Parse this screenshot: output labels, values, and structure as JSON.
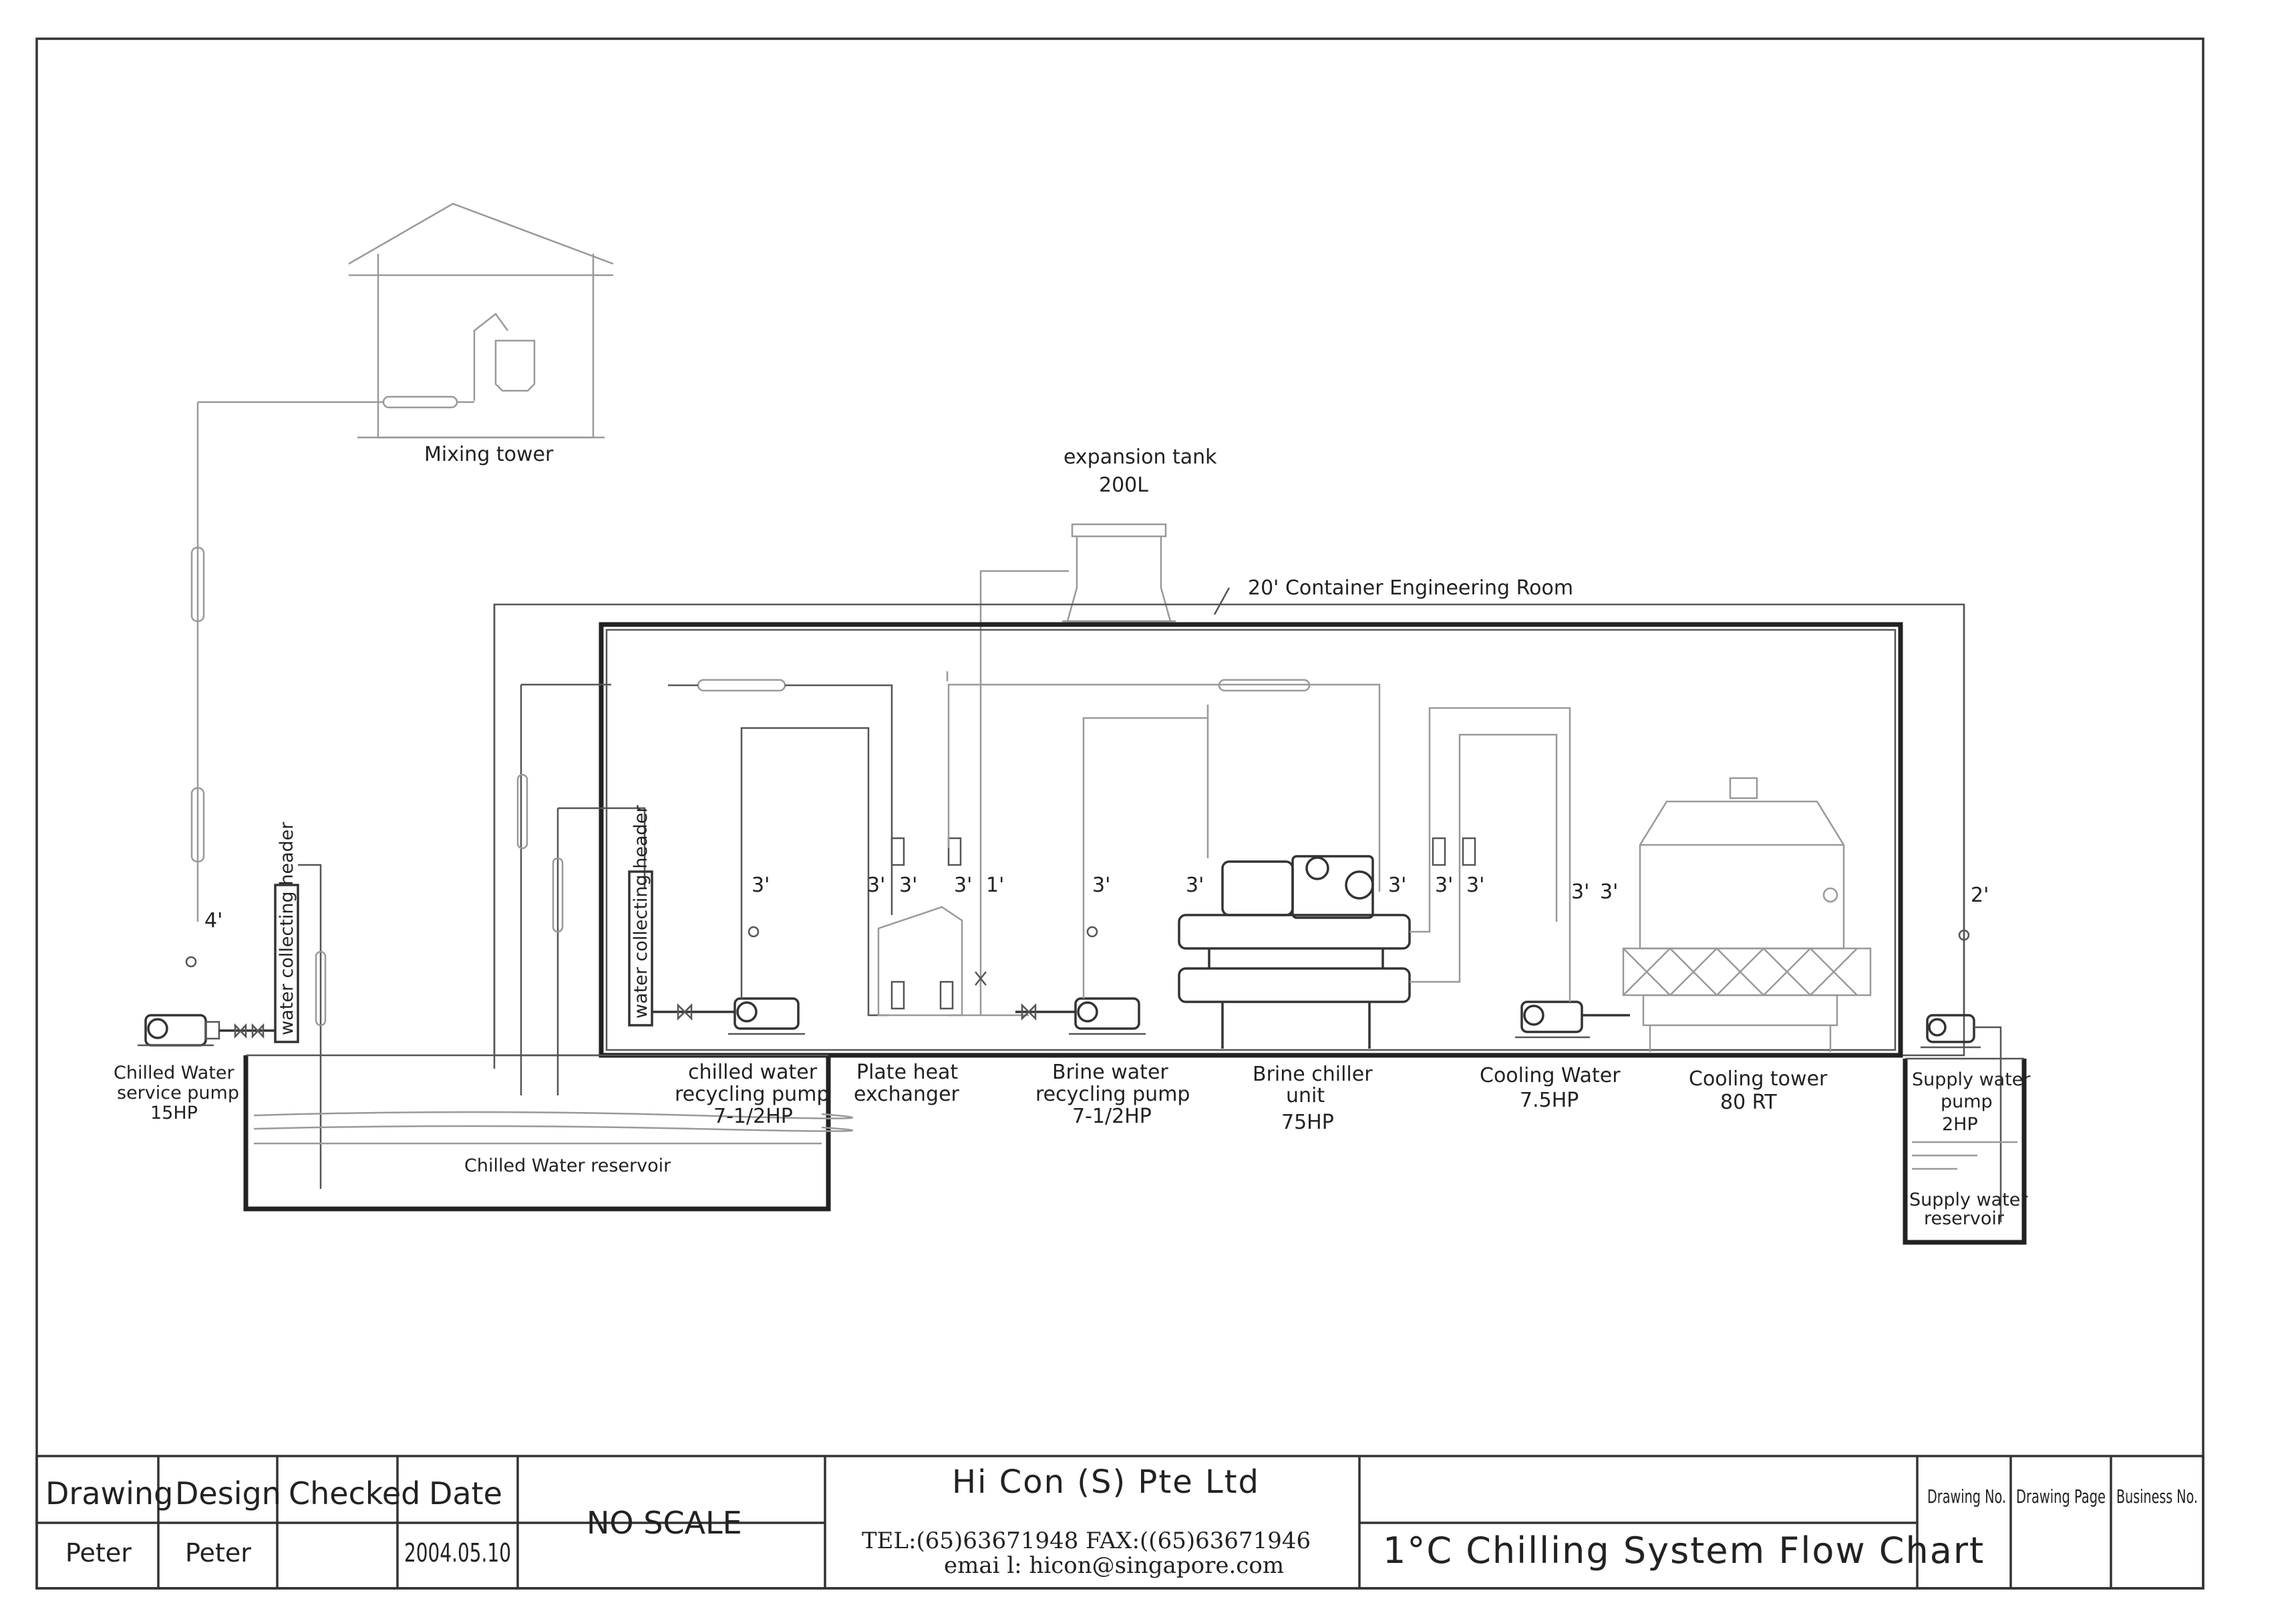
{
  "diagram": {
    "labels": {
      "mixing_tower": "Mixing tower",
      "expansion_tank": "expansion tank",
      "expansion_tank_cap": "200L",
      "container_room": "20' Container Engineering Room",
      "header_left": "water collecting header",
      "header_right": "water collecting header",
      "chilled_service_pump_1": "Chilled Water",
      "chilled_service_pump_2": "service pump",
      "chilled_service_pump_3": "15HP",
      "chilled_reservoir": "Chilled Water reservoir",
      "chilled_recycling_1": "chilled water",
      "chilled_recycling_2": "recycling pump",
      "chilled_recycling_3": "7-1/2HP",
      "plate_hx_1": "Plate heat",
      "plate_hx_2": "exchanger",
      "brine_recycling_1": "Brine water",
      "brine_recycling_2": "recycling pump",
      "brine_recycling_3": "7-1/2HP",
      "brine_chiller_1": "Brine chiller",
      "brine_chiller_2": "unit",
      "brine_chiller_3": "75HP",
      "cooling_water_1": "Cooling Water",
      "cooling_water_2": "7.5HP",
      "cooling_tower_1": "Cooling tower",
      "cooling_tower_2": "80 RT",
      "supply_pump_1": "Supply water",
      "supply_pump_2": "pump",
      "supply_pump_3": "2HP",
      "supply_reservoir_1": "Supply water",
      "supply_reservoir_2": "reservoir"
    },
    "pipe_sizes": {
      "p4": "4'",
      "p3": "3'",
      "p1": "1'",
      "p2": "2'"
    }
  },
  "title_block": {
    "drawing_h": "Drawing",
    "design_h": "Design",
    "checked_h": "Checked",
    "date_h": "Date",
    "drawing_v": "Peter",
    "design_v": "Peter",
    "checked_v": "",
    "date_v": "2004.05.10",
    "scale": "NO SCALE",
    "company": "Hi Con (S) Pte Ltd",
    "contact": "TEL:(65)63671948   FAX:((65)63671946",
    "email": "emai l:  hicon@singapore.com",
    "title": "1°C  Chilling System Flow Chart",
    "drawing_no": "Drawing No.",
    "drawing_page": "Drawing Page",
    "business_no": "Business No."
  }
}
